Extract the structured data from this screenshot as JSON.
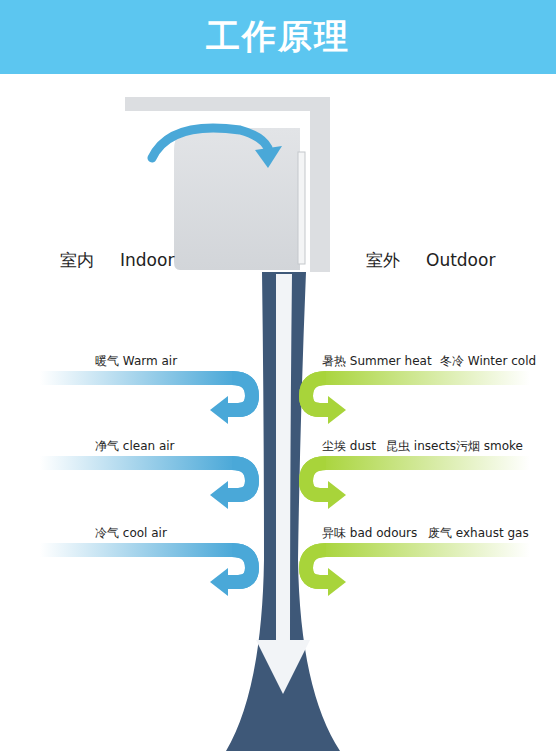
{
  "diagram": {
    "title": "工作原理",
    "labels": [
      "室内",
      "Indoor",
      "室外",
      "Outdoor",
      "暖气 Warm air",
      "净气 clean air",
      "冷气 cool air",
      "暑热 Summer heat",
      "冬冷 Winter cold",
      "尘埃 dust",
      "昆虫 insects",
      "污烟 smoke",
      "异味 bad odours",
      "废气 exhaust gas"
    ]
  }
}
